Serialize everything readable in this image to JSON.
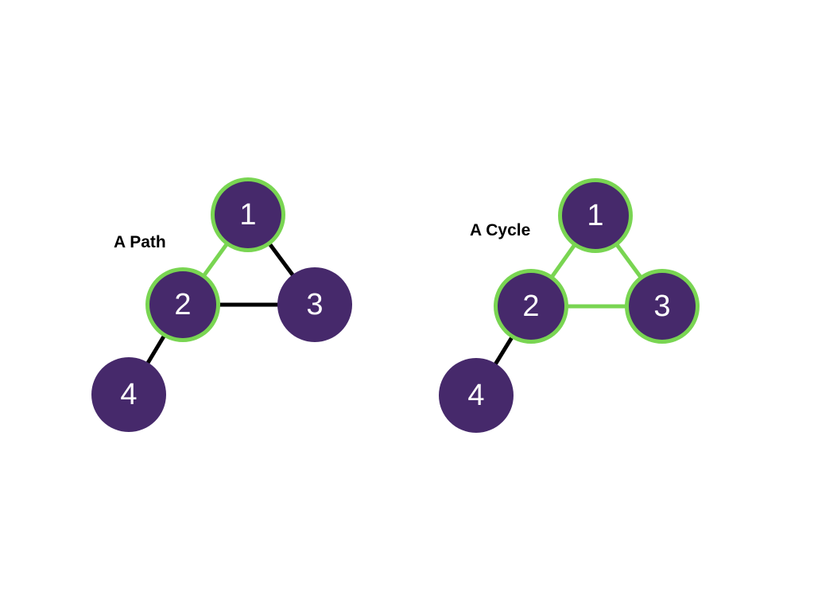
{
  "colors": {
    "node_fill": "#46296b",
    "highlight": "#79d552",
    "edge": "#000000",
    "label": "#ffffff"
  },
  "graphs": [
    {
      "caption": "A Path",
      "nodes": [
        {
          "id": "1",
          "label": "1",
          "highlighted": true
        },
        {
          "id": "2",
          "label": "2",
          "highlighted": true
        },
        {
          "id": "3",
          "label": "3",
          "highlighted": false
        },
        {
          "id": "4",
          "label": "4",
          "highlighted": false
        }
      ],
      "edges": [
        {
          "from": "1",
          "to": "2",
          "highlighted": true
        },
        {
          "from": "1",
          "to": "3",
          "highlighted": false
        },
        {
          "from": "2",
          "to": "3",
          "highlighted": false
        },
        {
          "from": "2",
          "to": "4",
          "highlighted": false
        }
      ]
    },
    {
      "caption": "A Cycle",
      "nodes": [
        {
          "id": "1",
          "label": "1",
          "highlighted": true
        },
        {
          "id": "2",
          "label": "2",
          "highlighted": true
        },
        {
          "id": "3",
          "label": "3",
          "highlighted": true
        },
        {
          "id": "4",
          "label": "4",
          "highlighted": false
        }
      ],
      "edges": [
        {
          "from": "1",
          "to": "2",
          "highlighted": true
        },
        {
          "from": "1",
          "to": "3",
          "highlighted": true
        },
        {
          "from": "2",
          "to": "3",
          "highlighted": true
        },
        {
          "from": "2",
          "to": "4",
          "highlighted": false
        }
      ]
    }
  ]
}
